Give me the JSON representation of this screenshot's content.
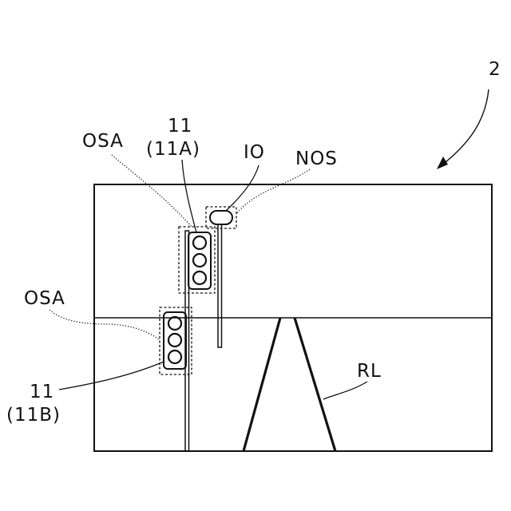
{
  "figure_number": "2",
  "labels": {
    "osa_upper": "OSA",
    "ref_11a_num": "11",
    "ref_11a_sub": "(11A)",
    "io": "IO",
    "nos": "NOS",
    "osa_lower": "OSA",
    "ref_11b_num": "11",
    "ref_11b_sub": "(11B)",
    "rl": "RL"
  },
  "colors": {
    "ink": "#111111",
    "background": "#ffffff"
  }
}
